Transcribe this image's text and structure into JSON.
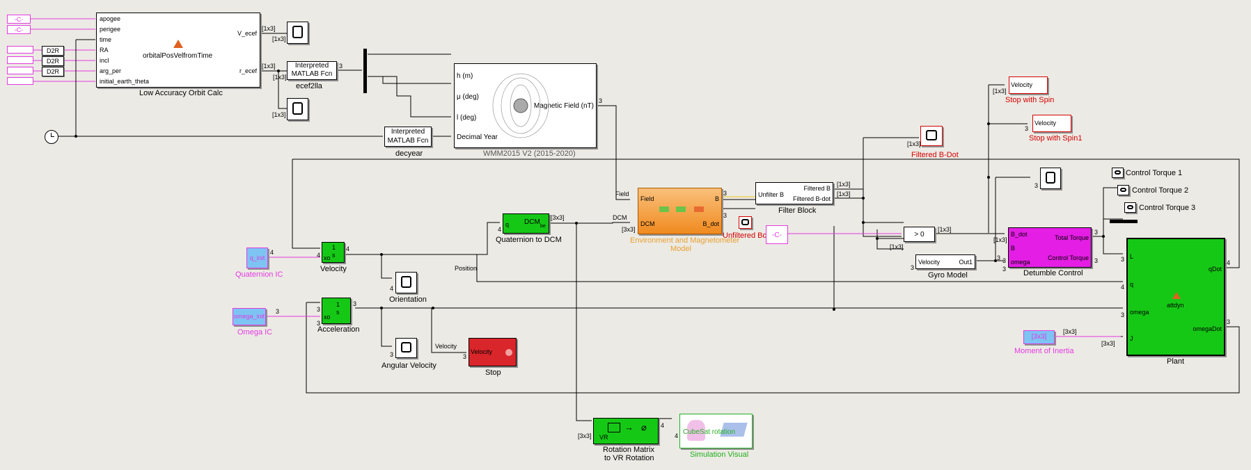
{
  "colors": {
    "background": "#eceae4",
    "green": "#16c816",
    "magenta": "#e41ee4",
    "red": "#d9262b",
    "orange": "#f08a20",
    "blue": "#7dc4f3",
    "pink": "#e23ae2"
  },
  "orbit": {
    "const_label": "-C-",
    "ports": [
      "apogee",
      "perigee",
      "time",
      "RA",
      "incl",
      "arg_per",
      "initial_earth_theta"
    ],
    "d2r": "D2R",
    "func": "orbitalPosVelfromTime",
    "out_v": "V_ecef",
    "out_r": "r_ecef",
    "caption": "Low Accuracy Orbit Calc"
  },
  "ecef2lla": {
    "line1": "Interpreted",
    "line2": "MATLAB Fcn",
    "caption": "ecef2lla"
  },
  "decyear": {
    "line1": "Interpreted",
    "line2": "MATLAB Fcn",
    "caption": "decyear"
  },
  "wmm": {
    "ports": [
      "h (m)",
      "μ (deg)",
      "l (deg)",
      "Decimal Year"
    ],
    "out": "Magnetic Field (nT)",
    "caption": "WMM2015 V2 (2015-2020)"
  },
  "env": {
    "in_field": "Field",
    "in_dcm": "DCM",
    "out_b": "B",
    "out_bdot": "B_dot",
    "caption1": "Environment and Magnetometer",
    "caption2": "Model"
  },
  "filter": {
    "in": "Unfilter B",
    "out1": "Filtered B",
    "out2": "Filtered B-dot",
    "caption": "Filter Block"
  },
  "filtered_bdot": "Filtered B-Dot",
  "unfiltered_bdot": "Unfiltered Bdot",
  "stop_spin": {
    "label": "Velocity",
    "caption": "Stop with Spin"
  },
  "stop_spin1": {
    "label": "Velocity",
    "caption": "Stop with Spin1"
  },
  "ctrl_scopes": [
    "Control Torque 1",
    "Control Torque 2",
    "Control Torque 3"
  ],
  "compare": {
    "const": "-C-",
    "op": "> 0"
  },
  "gyro": {
    "in": "Velocity",
    "out": "Out1",
    "caption": "Gyro Model"
  },
  "detumble": {
    "in1": "B_dot",
    "in2": "B",
    "in3": "omega",
    "out1": "Total Torque",
    "out2": "Control Torque",
    "caption": "Detumble Control"
  },
  "plant": {
    "in": [
      "L",
      "q",
      "omega",
      "J"
    ],
    "out1": "qDot",
    "out2": "omegaDot",
    "func": "attdyn",
    "caption": "Plant"
  },
  "quat_ic": {
    "label": "q_init",
    "caption": "Quaternion IC"
  },
  "omega_ic": {
    "label": "omega_init",
    "caption": "Omega IC"
  },
  "inertia": {
    "label": "[3x3]",
    "caption": "Moment of Inertia"
  },
  "velocity_int": {
    "num": "1",
    "den": "s",
    "x": "xo",
    "caption": "Velocity"
  },
  "accel_int": {
    "num": "1",
    "den": "s",
    "x": "xo",
    "caption": "Acceleration"
  },
  "q2dcm": {
    "in": "q",
    "out": "DCM",
    "sub": "be",
    "caption": "Quaternion to DCM"
  },
  "scopes": {
    "orientation": "Orientation",
    "angular": "Angular Velocity"
  },
  "stop": {
    "label": "Velocity",
    "caption": "Stop"
  },
  "vr": {
    "label": "VR",
    "caption1": "Rotation Matrix",
    "caption2": "to VR Rotation"
  },
  "sim": {
    "label": "CubeSat rotation",
    "caption": "Simulation Visual"
  },
  "signals": {
    "s1x3": "[1x3]",
    "s3x3": "[3x3]",
    "n3": "3",
    "n4": "4",
    "position": "Position",
    "velocity": "Velocity",
    "field": "Field",
    "dcm": "DCM"
  }
}
